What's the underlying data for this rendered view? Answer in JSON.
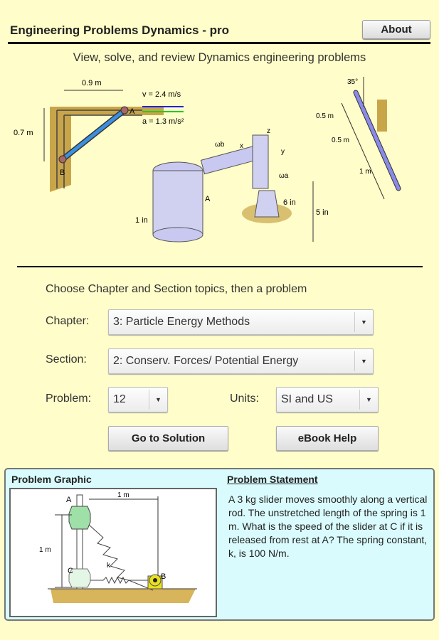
{
  "header": {
    "title": "Engineering Problems Dynamics - pro",
    "about_label": "About"
  },
  "subtitle": "View, solve, and review Dynamics engineering problems",
  "illustrations": {
    "left": {
      "width": "0.9 m",
      "height": "0.7 m",
      "velocity": "v = 2.4 m/s",
      "accel": "a = 1.3 m/s²",
      "pointA": "A",
      "pointB": "B"
    },
    "center": {
      "z": "z",
      "x": "x",
      "y": "y",
      "omega_b": "ωb",
      "omega_a": "ωa",
      "pointA": "A",
      "dim1": "6 in",
      "dim2": "5 in",
      "dim3": "1 in"
    },
    "right": {
      "angle": "35°",
      "seg1": "0.5 m",
      "seg2": "0.5 m",
      "seg3": "1 m"
    }
  },
  "selector": {
    "instruction": "Choose Chapter and Section topics, then a problem",
    "chapter_label": "Chapter:",
    "chapter_value": "3: Particle Energy Methods",
    "section_label": "Section:",
    "section_value": "2: Conserv. Forces/ Potential Energy",
    "problem_label": "Problem:",
    "problem_value": "12",
    "units_label": "Units:",
    "units_value": "SI and US",
    "solution_button": "Go to Solution",
    "ebook_button": "eBook Help"
  },
  "problem": {
    "graphic_title": "Problem Graphic",
    "graphic_labels": {
      "A": "A",
      "B": "B",
      "C": "C",
      "k": "k",
      "horiz": "1 m",
      "vert": "1 m"
    },
    "statement_title": "Problem Statement",
    "statement": "A 3 kg slider moves smoothly along a vertical rod. The  unstretched length of the spring is 1 m. What is the speed of the slider at C if it is released from rest at A? The spring constant, k, is 100 N/m."
  }
}
